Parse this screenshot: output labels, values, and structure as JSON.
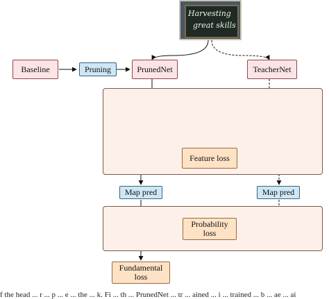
{
  "photo": {
    "line1": "Harvesting",
    "line2": "great skills"
  },
  "nodes": {
    "baseline": "Baseline",
    "pruning": "Pruning",
    "prunednet": "PrunedNet",
    "teachernet": "TeacherNet",
    "feature_loss": "Feature loss",
    "map_pred_left": "Map pred",
    "map_pred_right": "Map pred",
    "probability_loss": [
      "Probability",
      "loss"
    ],
    "fundamental_loss": [
      "Fundamental",
      "loss"
    ]
  },
  "caption": "f the head ... r ... p ... e ... the ... k. Fi ... th ... PrunedNet ... tr ... ained ... i ... trained ... b ... ae ... ai"
}
